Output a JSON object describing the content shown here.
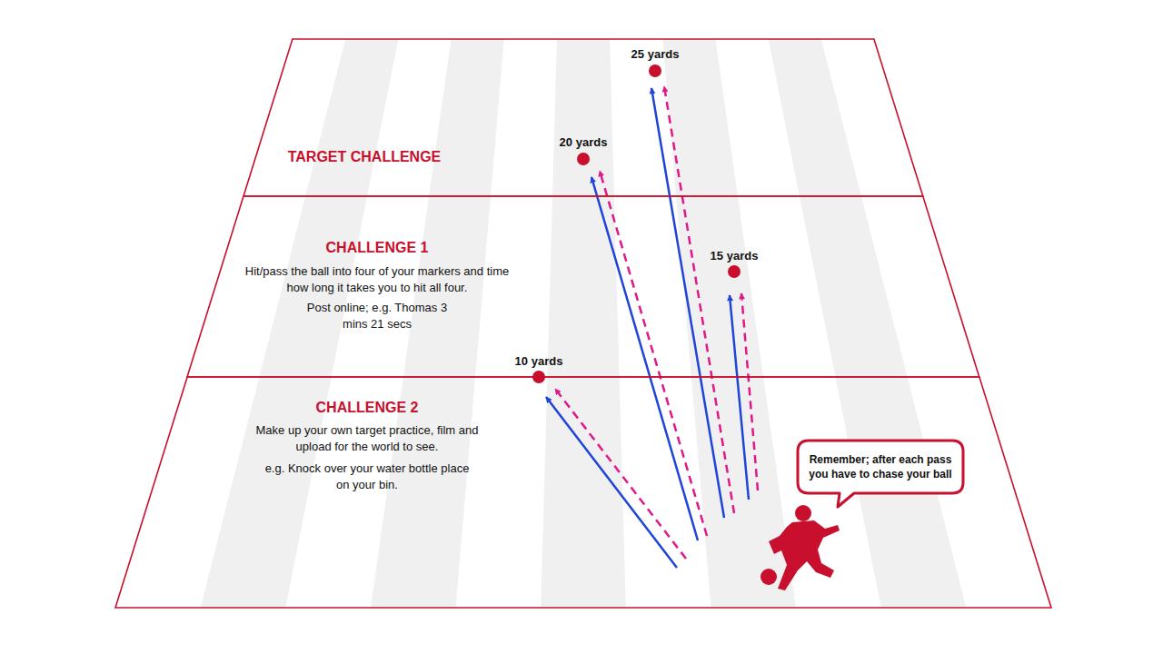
{
  "diagram": {
    "nodes": [
      {
        "text": [
          "TARGET CHALLENGE"
        ]
      },
      {
        "text": [
          "CHALLENGE 1",
          "Hit/pass the ball into four of your markers and time how long it takes you to hit all four.",
          "Post online; e.g. Thomas 3 mins 21 secs"
        ]
      },
      {
        "text": [
          "CHALLENGE 2",
          "Make up your own target practice, film and upload for the world to see.",
          "e.g. Knock over your water bottle place on your bin."
        ]
      },
      {
        "text": [
          "Remember; after each pass you have to chase your ball"
        ]
      }
    ],
    "labels": [
      "25 yards",
      "20 yards",
      "15 yards",
      "10 yards"
    ]
  }
}
